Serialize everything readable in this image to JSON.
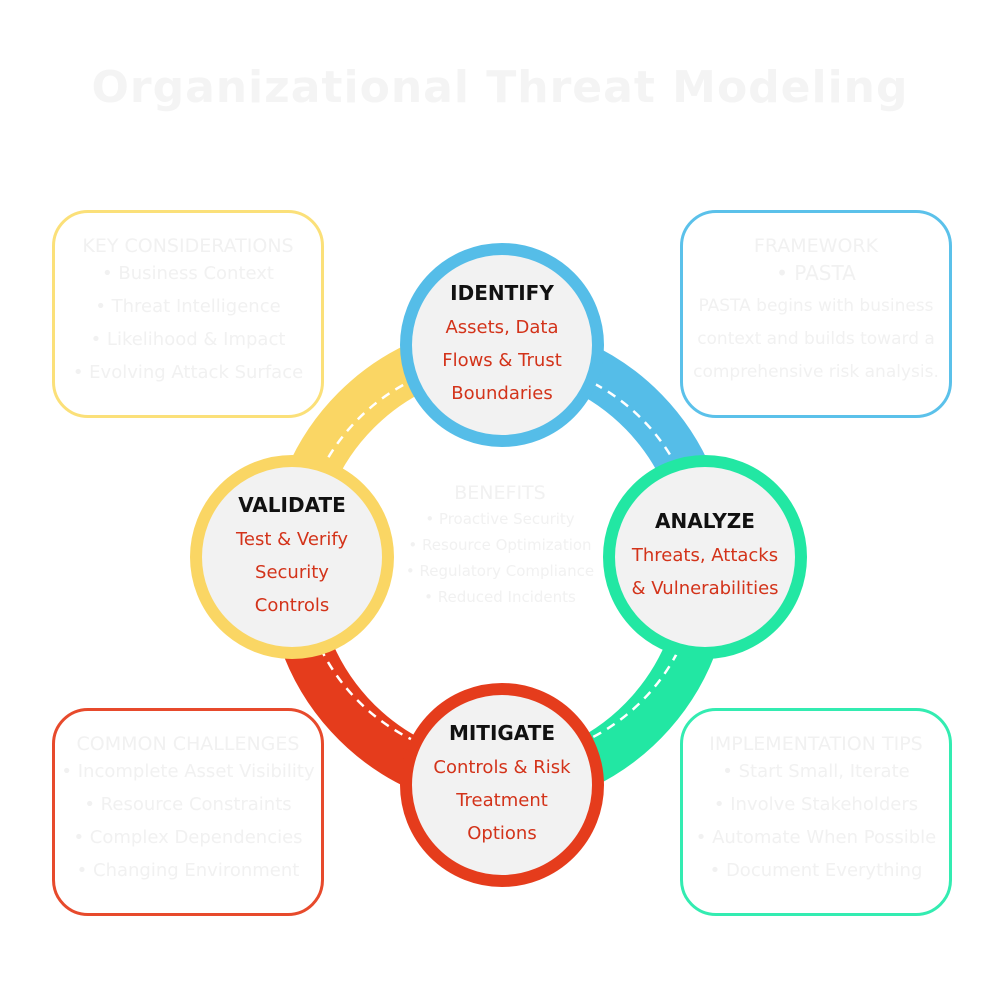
{
  "title": "Organizational Threat Modeling",
  "colors": {
    "identify": "#55bde8",
    "analyze": "#22e7a3",
    "mitigate": "#e53c1c",
    "validate": "#fad664",
    "description_text": "#d3331a"
  },
  "stages": [
    {
      "title": "IDENTIFY",
      "description": [
        "Assets, Data",
        "Flows & Trust",
        "Boundaries"
      ]
    },
    {
      "title": "ANALYZE",
      "description": [
        "Threats, Attacks",
        "& Vulnerabilities"
      ]
    },
    {
      "title": "MITIGATE",
      "description": [
        "Controls & Risk",
        "Treatment",
        "Options"
      ]
    },
    {
      "title": "VALIDATE",
      "description": [
        "Test & Verify",
        "Security",
        "Controls"
      ]
    }
  ],
  "benefits": {
    "heading": "BENEFITS",
    "items": [
      "• Proactive Security",
      "• Resource Optimization",
      "• Regulatory Compliance",
      "• Reduced Incidents"
    ]
  },
  "panels": {
    "key_considerations": {
      "heading": "KEY CONSIDERATIONS",
      "items": [
        "• Business Context",
        "• Threat Intelligence",
        "• Likelihood & Impact",
        "• Evolving Attack Surface"
      ]
    },
    "framework": {
      "heading": "FRAMEWORK",
      "name": "• PASTA",
      "text": [
        "PASTA begins with business",
        "context and builds toward a",
        "comprehensive risk analysis."
      ]
    },
    "common_challenges": {
      "heading": "COMMON CHALLENGES",
      "items": [
        "• Incomplete Asset Visibility",
        "• Resource Constraints",
        "• Complex Dependencies",
        "• Changing Environment"
      ]
    },
    "implementation_tips": {
      "heading": "IMPLEMENTATION TIPS",
      "items": [
        "• Start Small, Iterate",
        "• Involve Stakeholders",
        "• Automate When Possible",
        "• Document Everything"
      ]
    }
  }
}
